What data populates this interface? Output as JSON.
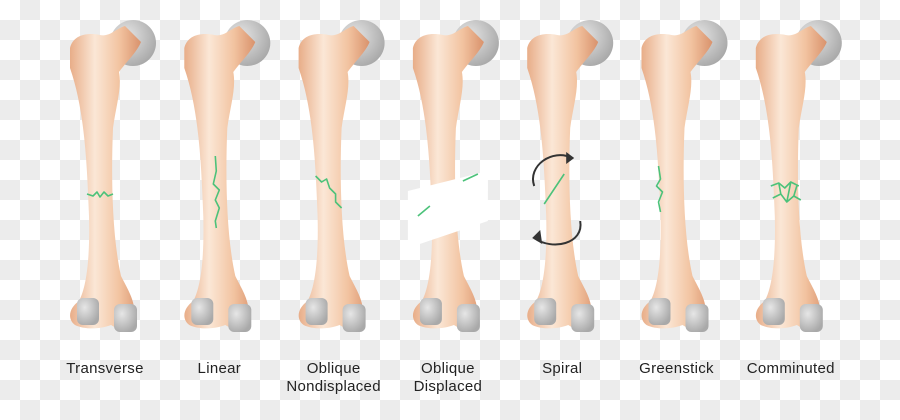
{
  "title": "Types of bone fractures",
  "colors": {
    "bone": "#f2c6a4",
    "bone_light": "#fbe6d4",
    "bone_dark": "#d99a78",
    "cartilage": "#c9c9c9",
    "fracture": "#4cc27a",
    "arrow": "#333333"
  },
  "fractures": [
    {
      "type": "transverse",
      "label": [
        "Transverse"
      ]
    },
    {
      "type": "linear",
      "label": [
        "Linear"
      ]
    },
    {
      "type": "oblique",
      "label": [
        "Oblique",
        "Nondisplaced"
      ]
    },
    {
      "type": "displaced",
      "label": [
        "Oblique",
        "Displaced"
      ]
    },
    {
      "type": "spiral",
      "label": [
        "Spiral"
      ]
    },
    {
      "type": "greenstick",
      "label": [
        "Greenstick"
      ]
    },
    {
      "type": "comminuted",
      "label": [
        "Comminuted"
      ]
    }
  ]
}
